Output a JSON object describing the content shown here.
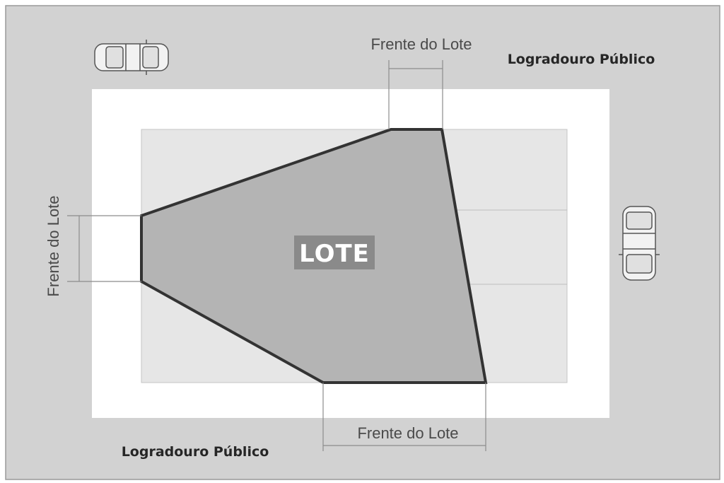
{
  "labels": {
    "lot_front_top": "Frente do Lote",
    "lot_front_left": "Frente do Lote",
    "lot_front_bottom": "Frente do Lote",
    "public_street_top": "Logradouro Público",
    "public_street_bottom": "Logradouro Público",
    "lot": "LOTE"
  },
  "colors": {
    "street": "#d2d2d2",
    "block_margin": "#ffffff",
    "block_inner": "#e6e6e6",
    "lot_fill": "#b4b4b4",
    "lot_outline": "#333333",
    "lot_label_bg": "#8a8a8a",
    "dimension_line": "#8c8c8c"
  },
  "icons": {
    "car_top": "car-topview-icon",
    "car_right": "car-topview-icon"
  }
}
